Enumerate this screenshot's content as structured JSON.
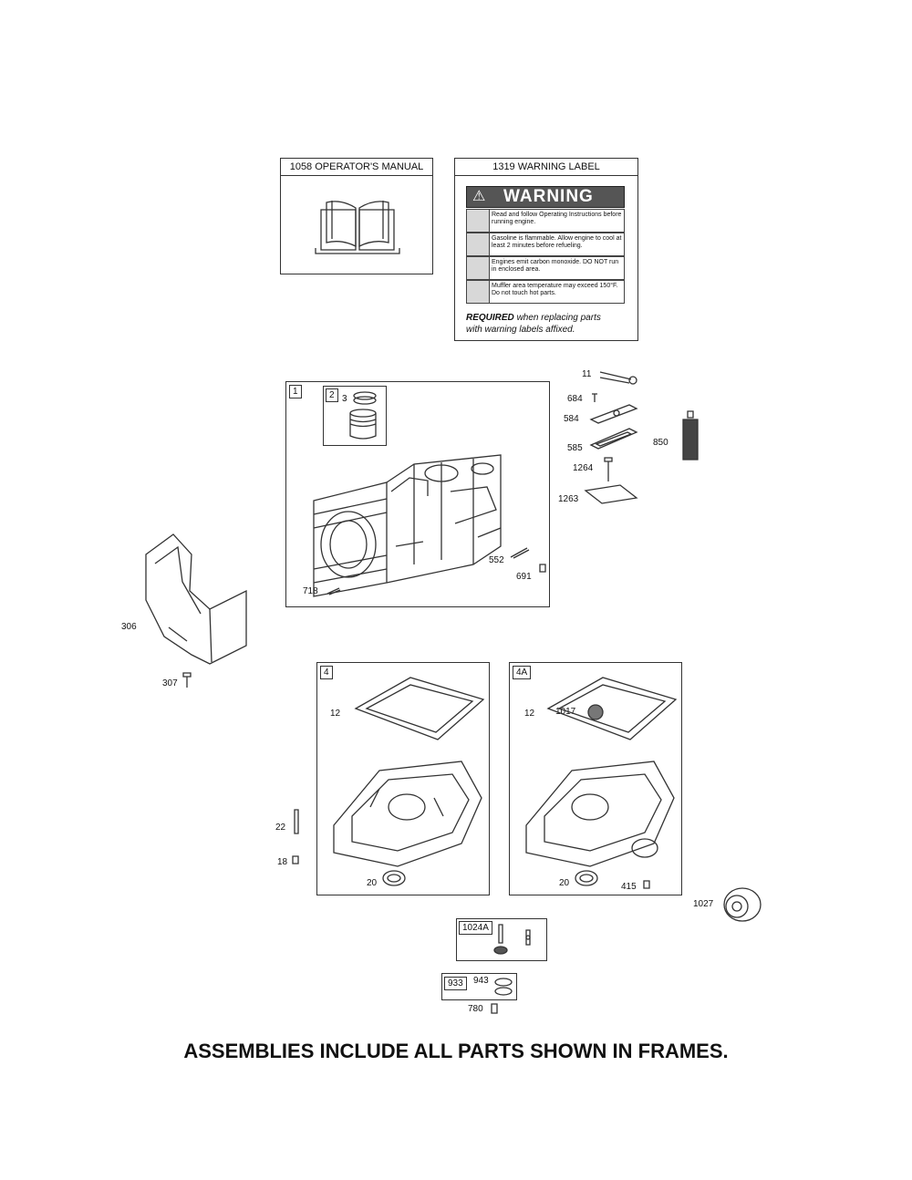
{
  "manual_box": {
    "title": "1058 OPERATOR'S MANUAL"
  },
  "warning_box": {
    "title": "1319 WARNING LABEL",
    "header": "WARNING",
    "rows": [
      "Read and follow Operating Instructions before running engine.",
      "Gasoline is flammable. Allow engine to cool at least 2 minutes before refueling.",
      "Engines emit carbon monoxide. DO NOT run in enclosed area.",
      "Muffler area temperature may exceed 150°F. Do not touch hot parts."
    ],
    "required_bold": "REQUIRED",
    "required_rest": " when replacing parts",
    "required_line2": "with warning labels affixed."
  },
  "cylinder_frame": {
    "tag": "1",
    "sub_tag": "2",
    "labels": {
      "p3": "3",
      "p718": "718",
      "p552": "552",
      "p691": "691"
    }
  },
  "side_parts": {
    "p11": "11",
    "p684": "684",
    "p584": "584",
    "p585": "585",
    "p850": "850",
    "p1264": "1264",
    "p1263": "1263"
  },
  "shroud": {
    "p306": "306",
    "p307": "307"
  },
  "sump_frame_4": {
    "tag": "4",
    "p12": "12",
    "p20": "20",
    "p22": "22",
    "p18": "18"
  },
  "sump_frame_4a": {
    "tag": "4A",
    "p12": "12",
    "p1017": "1017",
    "p20": "20",
    "p415": "415"
  },
  "gear": {
    "p1027": "1027"
  },
  "kit_1024a": {
    "tag": "1024A"
  },
  "kit_bottom": {
    "tag_left": "933",
    "tag_right": "943",
    "p780": "780"
  },
  "footer": "ASSEMBLIES INCLUDE ALL PARTS SHOWN IN FRAMES."
}
